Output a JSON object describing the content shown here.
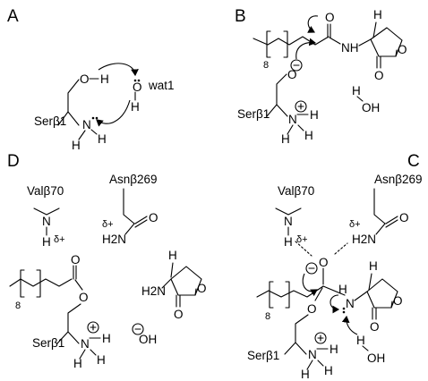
{
  "panels": {
    "a": {
      "label": "A",
      "serine": "Serβ1",
      "water": "wat1",
      "o": "O",
      "h": "H",
      "n": "N"
    },
    "b": {
      "label": "B",
      "serine": "Serβ1",
      "count": "8",
      "o": "O",
      "nh": "NH",
      "h": "H",
      "oh": "OH",
      "n": "N"
    },
    "c": {
      "label": "C",
      "serine": "Serβ1",
      "valine": "Valβ70",
      "asparagine": "Asnβ269",
      "delta_plus": "δ+",
      "h2n": "H2N",
      "count": "8",
      "o": "O",
      "h": "H",
      "n": "N",
      "oh": "OH"
    },
    "d": {
      "label": "D",
      "serine": "Serβ1",
      "valine": "Valβ70",
      "asparagine": "Asnβ269",
      "delta_plus": "δ+",
      "h2n": "H2N",
      "count": "8",
      "o": "O",
      "h": "H",
      "n": "N",
      "oh": "OH"
    }
  }
}
